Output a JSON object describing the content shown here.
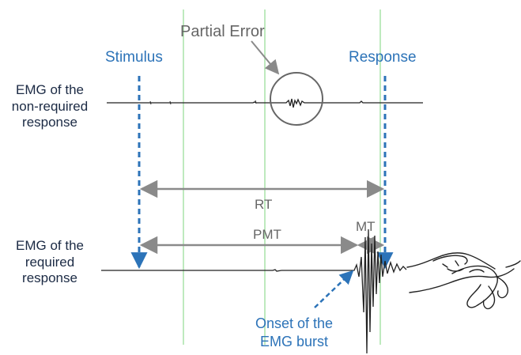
{
  "labels": {
    "partial_error": "Partial Error",
    "stimulus": "Stimulus",
    "response": "Response",
    "emg_nonrequired": [
      "EMG of the",
      "non-required",
      "response"
    ],
    "rt": "RT",
    "pmt": "PMT",
    "mt": "MT",
    "emg_required": [
      "EMG of the",
      "required",
      "response"
    ],
    "onset": [
      "Onset of the",
      "EMG burst"
    ]
  },
  "colors": {
    "stimulus_response": "#2c73b8",
    "dark_text": "#1b2a44",
    "interval_arrow": "#8a8a8a",
    "green_guides": "#a9e3a9",
    "trace": "#222222"
  },
  "icons": [
    "hand-sketch"
  ]
}
